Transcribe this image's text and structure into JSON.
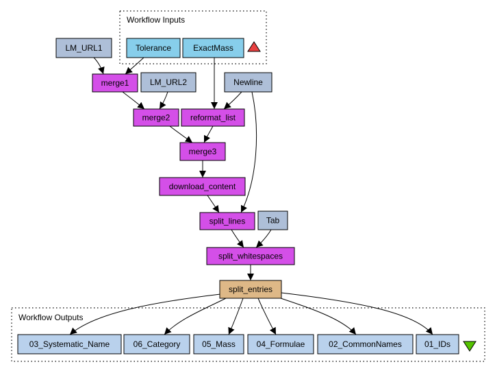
{
  "colors": {
    "input": "#87ceeb",
    "constant": "#aebfd8",
    "process": "#d44fe8",
    "split_entries": "#deb887",
    "output": "#b9d1ec",
    "input_triangle": "#e84040",
    "output_triangle": "#55c400"
  },
  "groups": {
    "inputs": {
      "title": "Workflow Inputs"
    },
    "outputs": {
      "title": "Workflow Outputs"
    }
  },
  "nodes": {
    "lm_url1": {
      "label": "LM_URL1",
      "kind": "constant"
    },
    "tolerance": {
      "label": "Tolerance",
      "kind": "input"
    },
    "exactmass": {
      "label": "ExactMass",
      "kind": "input"
    },
    "merge1": {
      "label": "merge1",
      "kind": "process"
    },
    "lm_url2": {
      "label": "LM_URL2",
      "kind": "constant"
    },
    "newline": {
      "label": "Newline",
      "kind": "constant"
    },
    "merge2": {
      "label": "merge2",
      "kind": "process"
    },
    "reformat_list": {
      "label": "reformat_list",
      "kind": "process"
    },
    "merge3": {
      "label": "merge3",
      "kind": "process"
    },
    "download_content": {
      "label": "download_content",
      "kind": "process"
    },
    "split_lines": {
      "label": "split_lines",
      "kind": "process"
    },
    "tab": {
      "label": "Tab",
      "kind": "constant"
    },
    "split_whitespaces": {
      "label": "split_whitespaces",
      "kind": "process"
    },
    "split_entries": {
      "label": "split_entries",
      "kind": "split_entries"
    },
    "out_systematic_name": {
      "label": "03_Systematic_Name",
      "kind": "output"
    },
    "out_category": {
      "label": "06_Category",
      "kind": "output"
    },
    "out_mass": {
      "label": "05_Mass",
      "kind": "output"
    },
    "out_formulae": {
      "label": "04_Formulae",
      "kind": "output"
    },
    "out_commonnames": {
      "label": "02_CommonNames",
      "kind": "output"
    },
    "out_ids": {
      "label": "01_IDs",
      "kind": "output"
    }
  },
  "edges": [
    [
      "lm_url1",
      "merge1"
    ],
    [
      "tolerance",
      "merge1"
    ],
    [
      "merge1",
      "merge2"
    ],
    [
      "lm_url2",
      "merge2"
    ],
    [
      "exactmass",
      "reformat_list"
    ],
    [
      "newline",
      "reformat_list"
    ],
    [
      "merge2",
      "merge3"
    ],
    [
      "reformat_list",
      "merge3"
    ],
    [
      "merge3",
      "download_content"
    ],
    [
      "download_content",
      "split_lines"
    ],
    [
      "newline",
      "split_lines"
    ],
    [
      "split_lines",
      "split_whitespaces"
    ],
    [
      "tab",
      "split_whitespaces"
    ],
    [
      "split_whitespaces",
      "split_entries"
    ],
    [
      "split_entries",
      "out_systematic_name"
    ],
    [
      "split_entries",
      "out_category"
    ],
    [
      "split_entries",
      "out_mass"
    ],
    [
      "split_entries",
      "out_formulae"
    ],
    [
      "split_entries",
      "out_commonnames"
    ],
    [
      "split_entries",
      "out_ids"
    ]
  ]
}
